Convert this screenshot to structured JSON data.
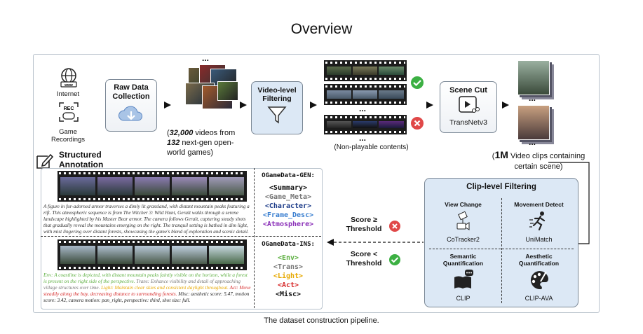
{
  "title": "Overview",
  "caption": "The dataset construction pipeline.",
  "sources": {
    "internet": "Internet",
    "game": "Game\nRecordings"
  },
  "raw": {
    "label": "Raw Data\nCollection"
  },
  "videos_note": {
    "line1_bold": "32,000",
    "line1_rest": " videos from",
    "line2_bold": "132",
    "line2_rest": " next-gen open-",
    "line3": "world games)"
  },
  "filter": {
    "label": "Video-level\nFiltering"
  },
  "nonplay": "(Non-playable contents)",
  "scenecut": {
    "label": "Scene Cut",
    "tool": "TransNetv3"
  },
  "clips_note": {
    "bold": "1M",
    "rest": " Video clips containing",
    "line2": "certain scene)"
  },
  "structured": "Structured\nAnnotation",
  "gen": {
    "header": "OGameData-GEN:",
    "tags": [
      {
        "text": "<Summary>",
        "color": "#111111"
      },
      {
        "text": "<Game_Meta>",
        "color": "#777777"
      },
      {
        "text": "<Character>",
        "color": "#1f3e8a"
      },
      {
        "text": "<Frame_Desc>",
        "color": "#3a7fd0"
      },
      {
        "text": "<Atmosphere>",
        "color": "#8a2fb8"
      }
    ],
    "text": "A figure in fur-adorned armor traverses a dimly lit grassland, with distant mountain peaks featuring a rift. This atmospheric sequence is from The Witcher 3: Wild Hunt, Geralt walks through a serene landscape highlighted by his Master Bear armor. The camera follows Geralt, capturing steady shots that gradually reveal the mountains emerging on the right. The tranquil setting is bathed in dim light, with mist lingering over distant forests, showcasing the game's blend of exploration and scenic detail."
  },
  "ins": {
    "header": "OGameData-INS:",
    "tags": [
      {
        "text": "<Env>",
        "color": "#5fb043"
      },
      {
        "text": "<Trans>",
        "color": "#777777"
      },
      {
        "text": "<Light>",
        "color": "#e7a800"
      },
      {
        "text": "<Act>",
        "color": "#d62828"
      },
      {
        "text": "<Misc>",
        "color": "#111111"
      }
    ],
    "segments": [
      {
        "text": "Env: A coastline is depicted, with distant mountain peaks faintly visible on the horizon, while a forest is present on the right side of the perspective. ",
        "color": "#5fb043"
      },
      {
        "text": "Trans: Enhance visibility and detail of approaching village structures over time. ",
        "color": "#777777"
      },
      {
        "text": "Light: Maintain clear skies and consistent daylight throughout. ",
        "color": "#e7a800"
      },
      {
        "text": "Act: Move steadily along the bay, decreasing distance to surrounding forests. ",
        "color": "#d62828"
      },
      {
        "text": "Misc: aesthetic score: 5.47, motion score: 3.42, camera motion: pan_right, perspective: third, shot size: full.",
        "color": "#222222"
      }
    ]
  },
  "scores": {
    "above": "Score ≥\nThreshold",
    "below": "Score <\nThreshold"
  },
  "clip": {
    "title": "Clip-level Filtering",
    "cells": [
      {
        "heading": "View Change",
        "tool": "CoTracker2"
      },
      {
        "heading": "Movement Detect",
        "tool": "UniMatch"
      },
      {
        "heading": "Semantic\nQuantification",
        "tool": "CLIP"
      },
      {
        "heading": "Aesthetic\nQuantification",
        "tool": "CLIP-AVA"
      }
    ]
  },
  "ellipsis": "..."
}
